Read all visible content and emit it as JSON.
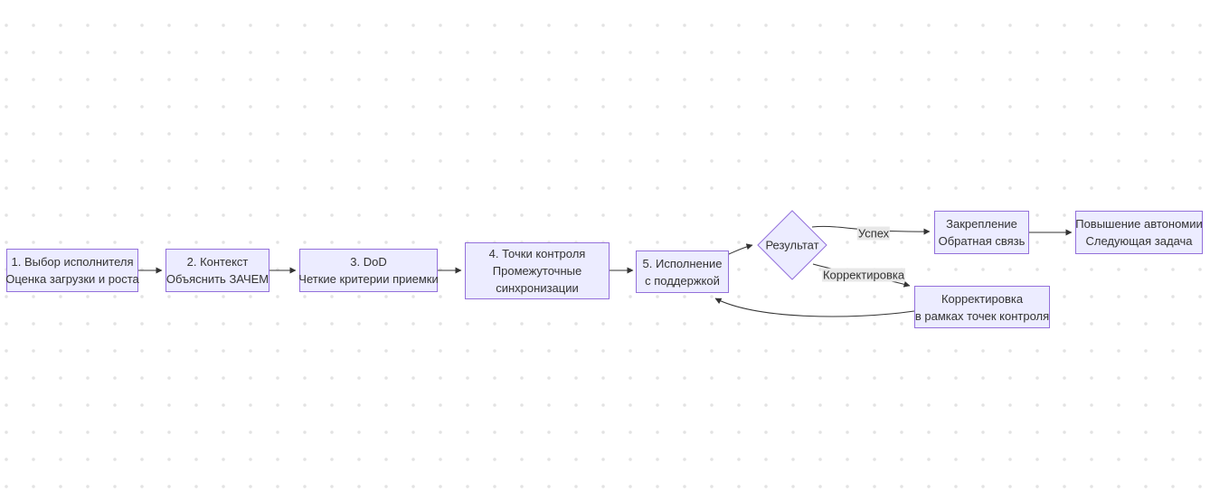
{
  "diagram": {
    "nodes": [
      {
        "lines": [
          "1. Выбор исполнителя",
          "Оценка загрузки и роста"
        ]
      },
      {
        "lines": [
          "2. Контекст",
          "Объяснить ЗАЧЕМ"
        ]
      },
      {
        "lines": [
          "3. DoD",
          "Четкие критерии приемки"
        ]
      },
      {
        "lines": [
          "4. Точки контроля",
          "Промежуточные",
          "синхронизации"
        ]
      },
      {
        "lines": [
          "5. Исполнение",
          "с поддержкой"
        ]
      },
      {
        "lines": [
          "Закрепление",
          "Обратная связь"
        ]
      },
      {
        "lines": [
          "Повышение автономии",
          "Следующая задача"
        ]
      },
      {
        "lines": [
          "Корректировка",
          "в рамках точек контроля"
        ]
      }
    ],
    "decision": {
      "label": "Результат"
    },
    "edge_labels": {
      "success": "Успех",
      "correction": "Корректировка"
    },
    "colors": {
      "node_fill": "#ECECFF",
      "node_border": "#9370DB",
      "edge_line": "#333333",
      "text": "#333333",
      "edge_label_bg": "#e8e8e8",
      "background_dot": "#e3e3e3",
      "background": "#ffffff"
    }
  }
}
